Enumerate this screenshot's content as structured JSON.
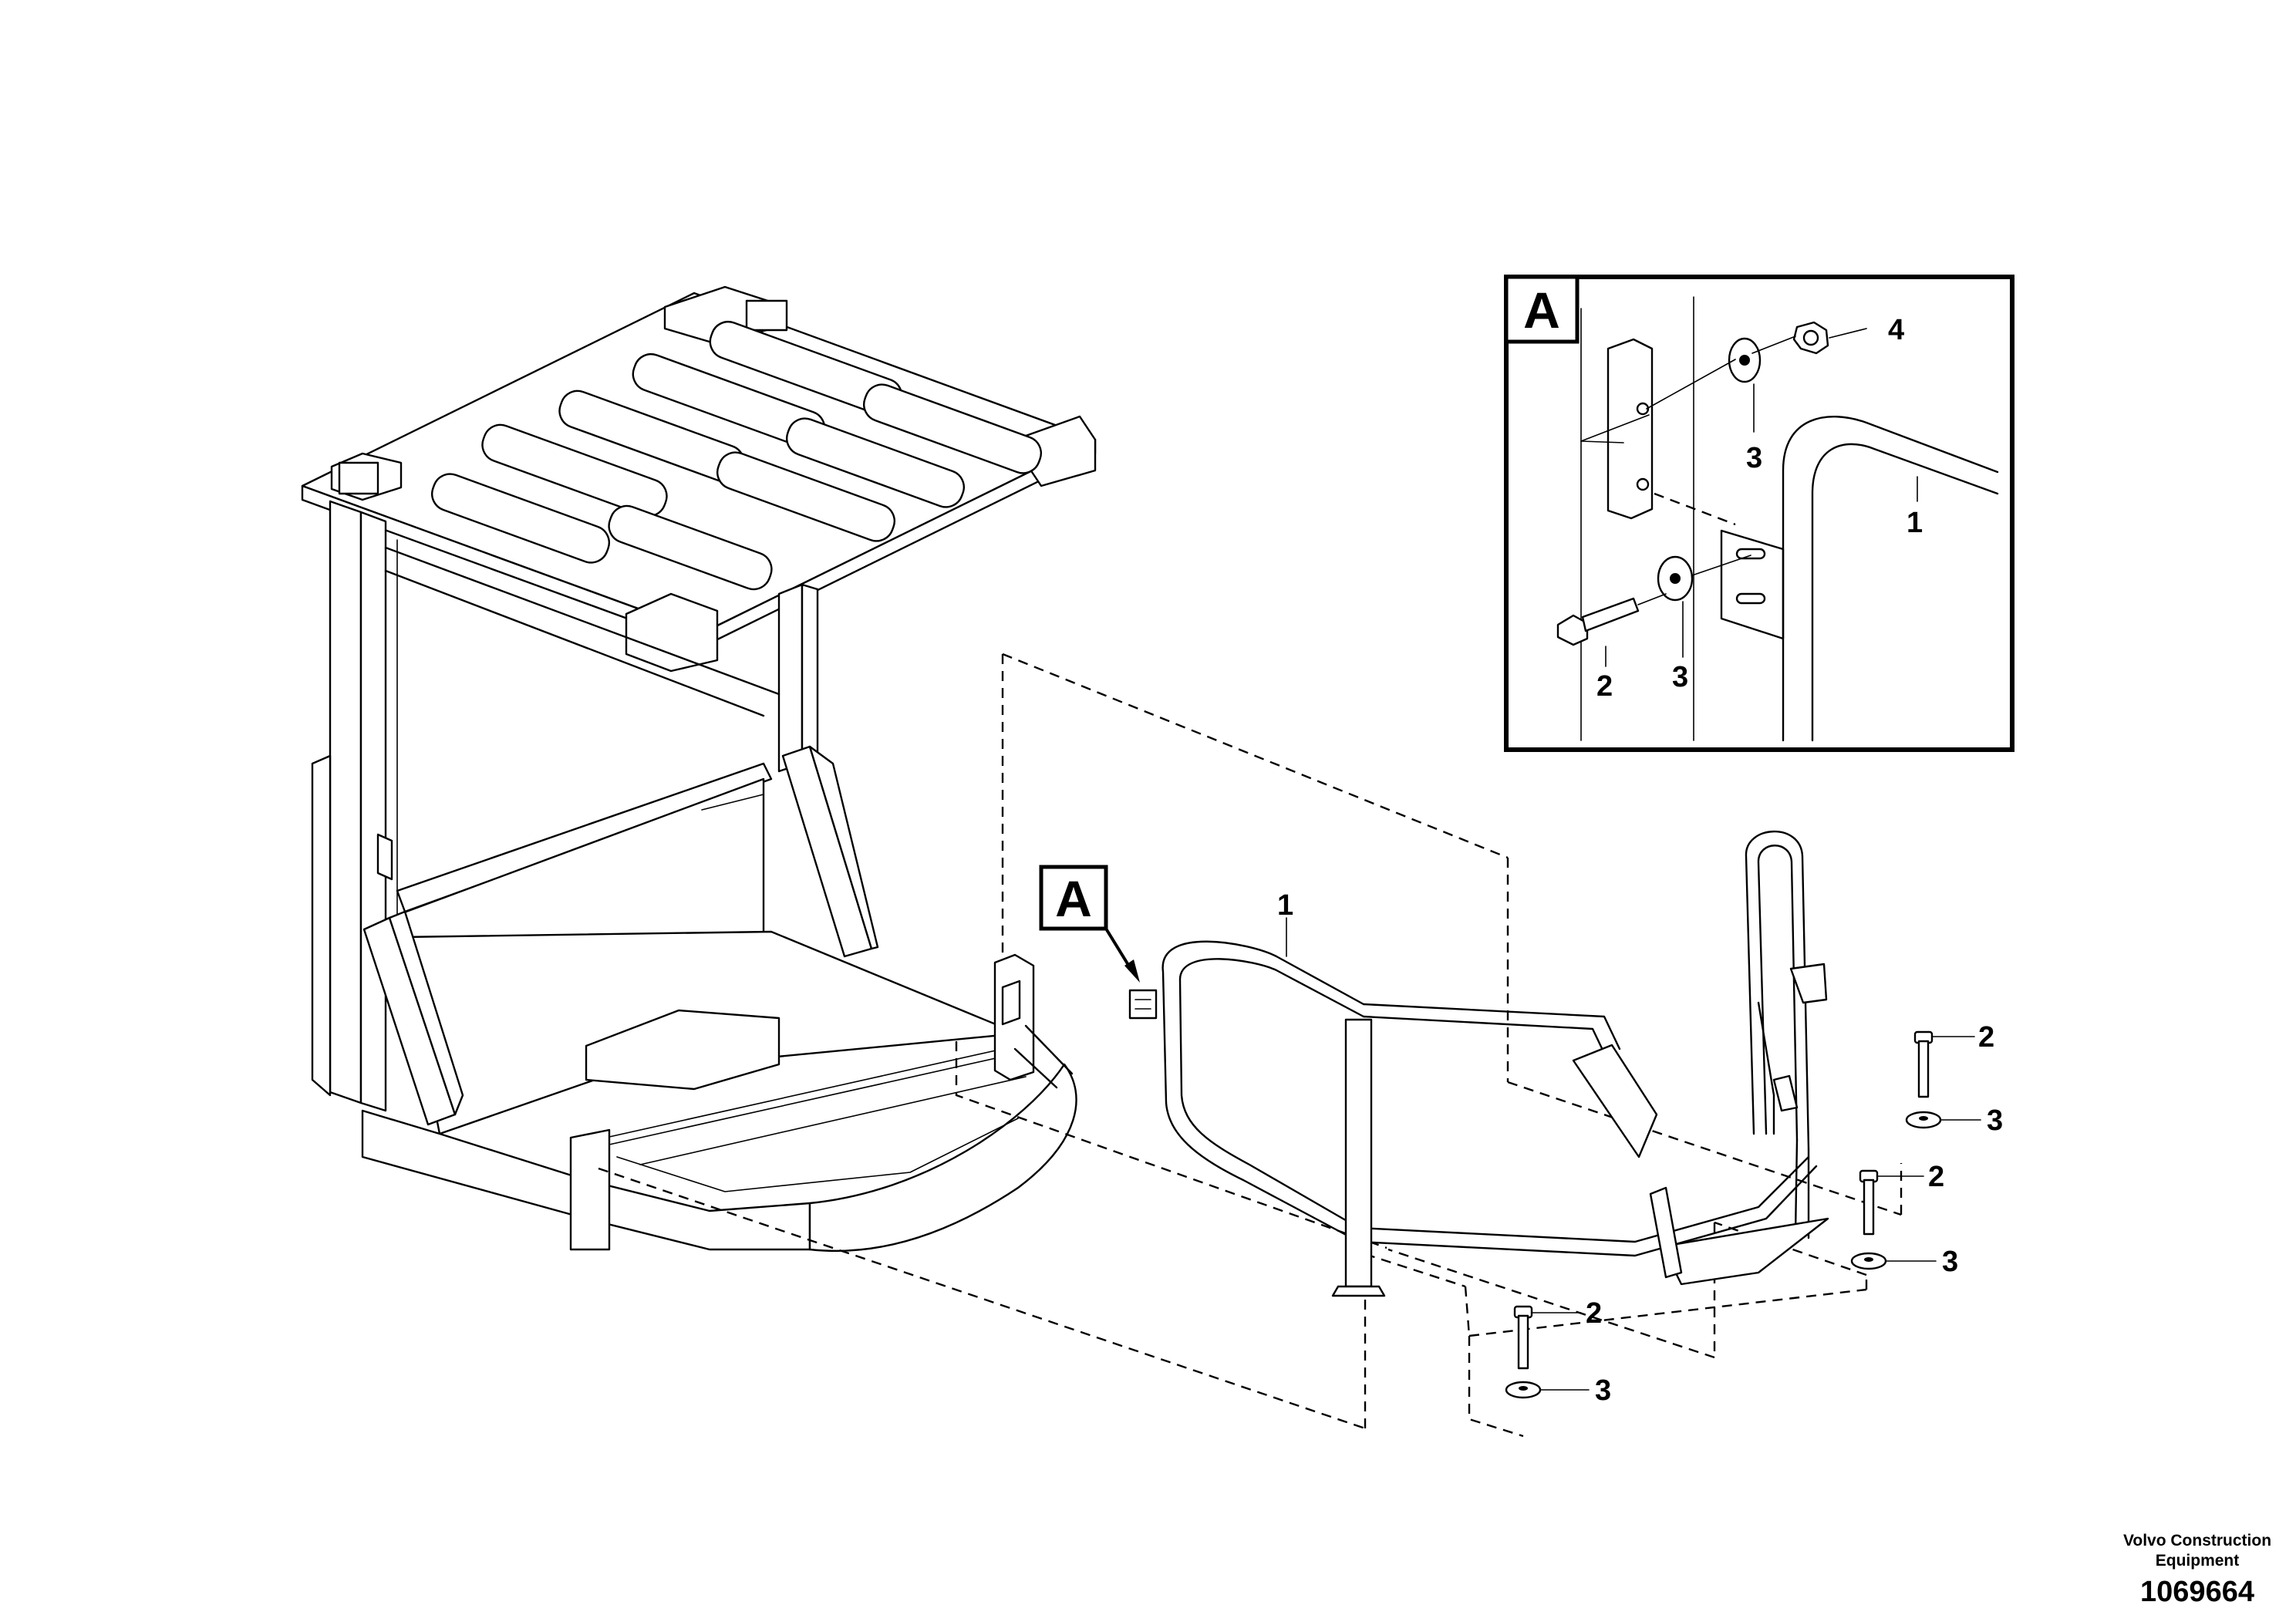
{
  "footer": {
    "brand_line1": "Volvo Construction",
    "brand_line2": "Equipment",
    "drawing_number": "1069664"
  },
  "callouts": {
    "detail_letter": "A",
    "main_letter": "A"
  },
  "part_labels": {
    "detail_4": "4",
    "detail_3_upper": "3",
    "detail_1": "1",
    "detail_2": "2",
    "detail_3_lower": "3",
    "main_1": "1",
    "right_upper_2": "2",
    "right_upper_3": "3",
    "right_middle_2": "2",
    "right_middle_3": "3",
    "bottom_2": "2",
    "bottom_3": "3"
  }
}
